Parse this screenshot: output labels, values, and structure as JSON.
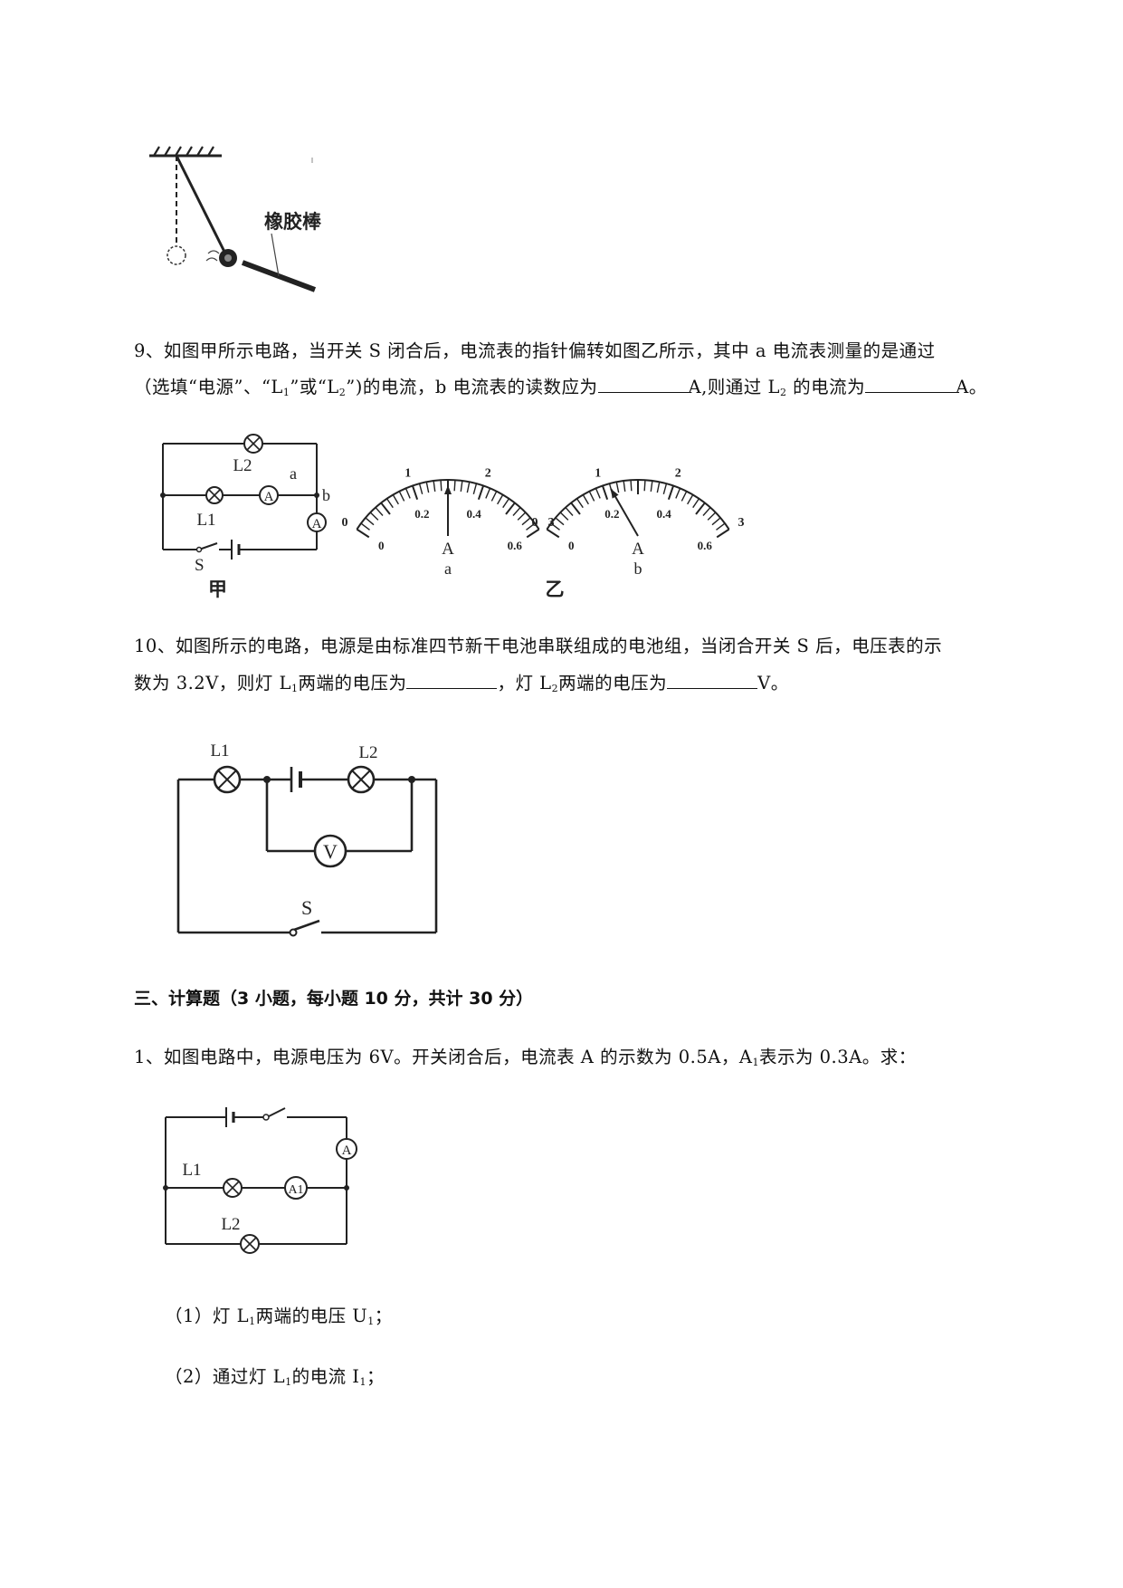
{
  "pendulum_figure": {
    "label": "橡胶棒"
  },
  "q9": {
    "line1": "9、如图甲所示电路，当开关 S 闭合后，电流表的指针偏转如图乙所示，其中 a 电流表测量的是通过",
    "line2_a": "（选填“电源”、“L",
    "line2_b": "”或“L",
    "line2_c": "”)的电流，b 电流表的读数应为",
    "line2_d": "A,则通过 L",
    "line2_e": " 的电流为",
    "line2_f": "A。",
    "sub1": "1",
    "sub2": "2",
    "figure": {
      "circuit_label": "甲",
      "meters_label": "乙",
      "lamp1": "L1",
      "lamp2": "L2",
      "ammeter": "A",
      "switch": "S",
      "node_a": "a",
      "node_b": "b",
      "scale_top": [
        "0",
        "1",
        "2",
        "3"
      ],
      "scale_bottom": [
        "0",
        "0.2",
        "0.4",
        "0.6"
      ],
      "meter_a_reading": 0.3,
      "meter_b_reading": 0.22,
      "meter_a_letter": "a",
      "meter_b_letter": "b"
    }
  },
  "q10": {
    "line1": "10、如图所示的电路，电源是由标准四节新干电池串联组成的电池组，当闭合开关 S 后，电压表的示",
    "line2_a": "数为 3.2V，则灯 L",
    "line2_b": "两端的电压为",
    "line2_c": "，灯 L",
    "line2_d": "两端的电压为",
    "line2_e": "V。",
    "sub1": "1",
    "sub2": "2",
    "figure": {
      "lamp1": "L1",
      "lamp2": "L2",
      "voltmeter": "V",
      "switch": "S"
    }
  },
  "section3": {
    "title": "三、计算题（3 小题，每小题 10 分，共计 30 分）"
  },
  "c1": {
    "line1_a": "1、如图电路中，电源电压为 6V。开关闭合后，电流表 A 的示数为 0.5A，A",
    "line1_b": "表示为 0.3A。求：",
    "sub1": "1",
    "figure": {
      "lamp1": "L1",
      "lamp2": "L2",
      "ammeter": "A",
      "ammeter1": "A1"
    },
    "part1_a": "（1）灯 L",
    "part1_b": "两端的电压 U",
    "part1_c": "；",
    "part2_a": "（2）通过灯 L",
    "part2_b": "的电流 I",
    "part2_c": "；"
  }
}
